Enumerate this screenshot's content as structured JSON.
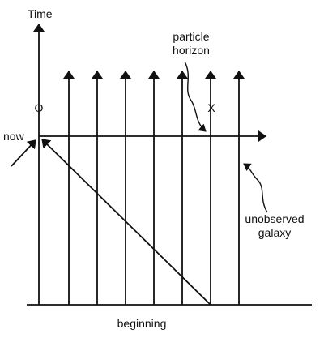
{
  "labels": {
    "time": "Time",
    "now": "now",
    "observer": "O",
    "horizon_galaxy": "X",
    "particle_horizon_1": "particle",
    "particle_horizon_2": "horizon",
    "unobserved_1": "unobserved",
    "unobserved_2": "galaxy",
    "beginning": "beginning"
  },
  "colors": {
    "ink": "#111111",
    "background": "#ffffff"
  }
}
